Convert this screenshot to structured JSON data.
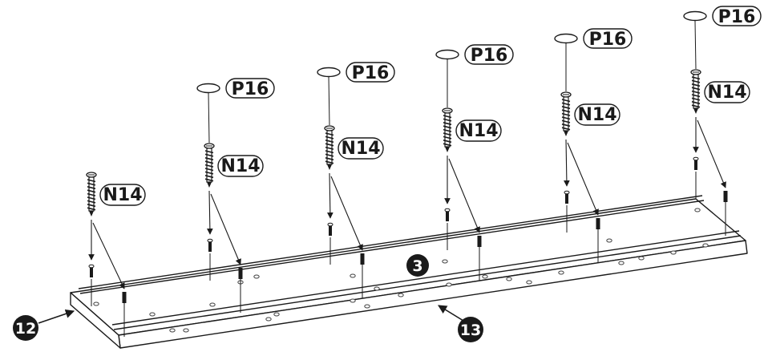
{
  "diagram": {
    "washer_label": "P16",
    "screw_label": "N14",
    "part_panel": "3",
    "part_left": "12",
    "part_front": "13"
  },
  "colors": {
    "ink": "#1a1a1a",
    "paper": "#ffffff",
    "hole": "#444444"
  }
}
